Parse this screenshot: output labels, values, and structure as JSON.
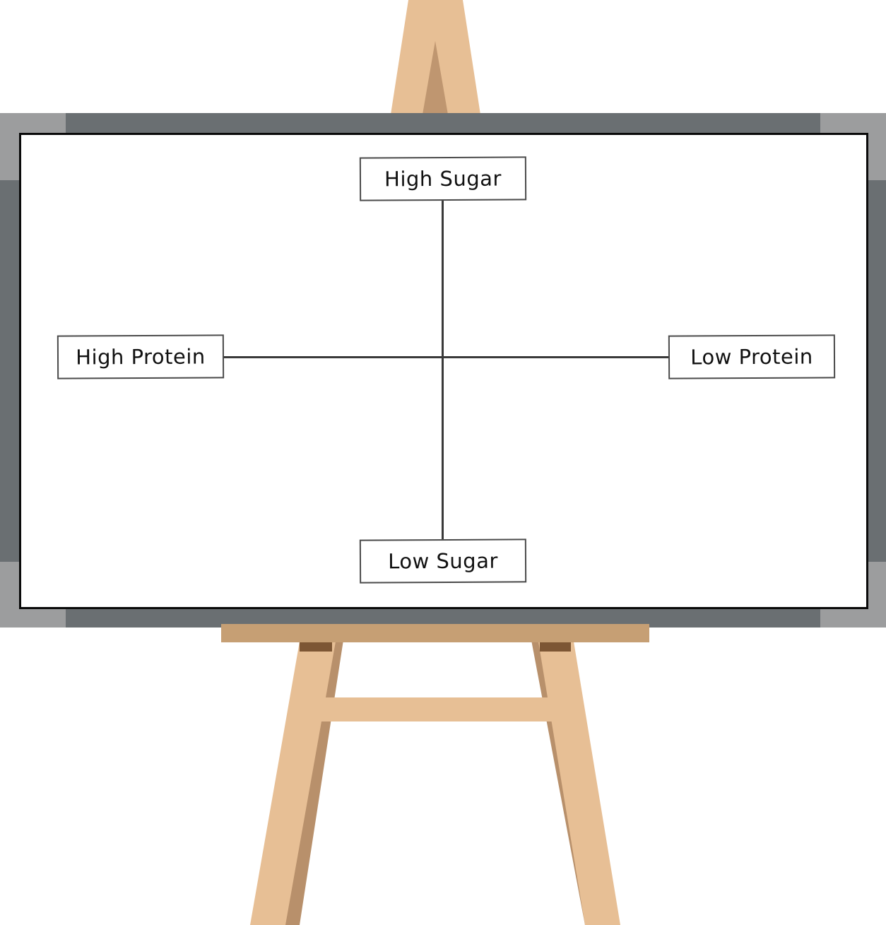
{
  "diagram": {
    "type": "quadrant-matrix",
    "axes": {
      "vertical": {
        "top_label": "High Sugar",
        "bottom_label": "Low Sugar"
      },
      "horizontal": {
        "left_label": "High Protein",
        "right_label": "Low Protein"
      }
    }
  },
  "colors": {
    "frame_dark": "#6a6f72",
    "frame_light": "#9c9d9e",
    "board_border": "#0a0a0a",
    "wood_light": "#e7bf95",
    "wood_mid": "#c69f74",
    "wood_shadow": "#b8906b",
    "wood_dark": "#7d5634",
    "line": "#3a3a3a"
  }
}
